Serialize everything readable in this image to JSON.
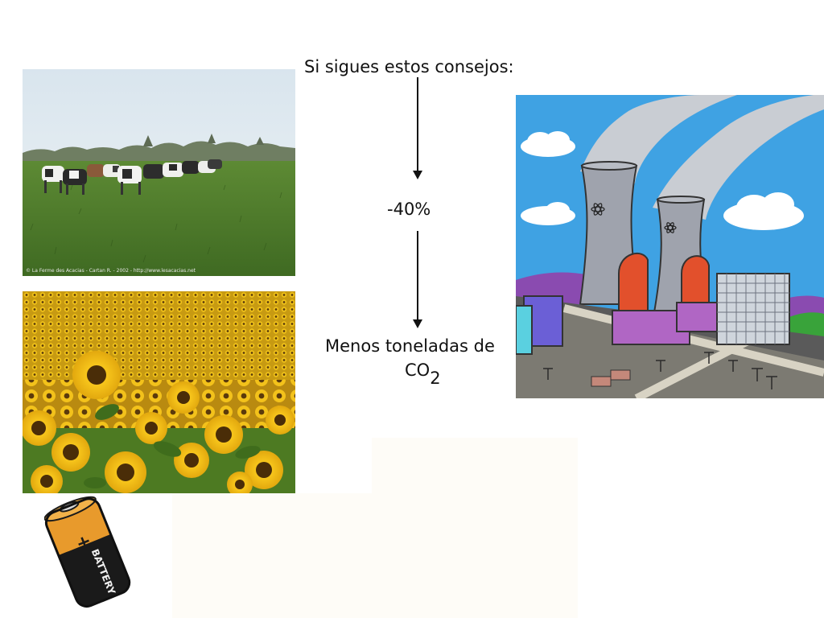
{
  "slide": {
    "headline": "Si sigues estos consejos:",
    "reduction": "-40%",
    "result_line1": "Menos toneladas de",
    "result_co": "CO",
    "result_sub": "2"
  },
  "photos": {
    "cows_caption": "© La Ferme des Acacias - Cartan R. - 2002 - http://www.lesacacias.net"
  },
  "battery": {
    "plus": "+",
    "label": "BATTERY"
  },
  "colors": {
    "text": "#111111",
    "sky_cartoon": "#3fa2e3",
    "tower": "#9fa3ad",
    "reactor_dome": "#e2502c",
    "battery_copper": "#e89a2c",
    "battery_black": "#1a1a1a"
  },
  "icons": [
    "down-arrow-icon",
    "atom-icon"
  ]
}
